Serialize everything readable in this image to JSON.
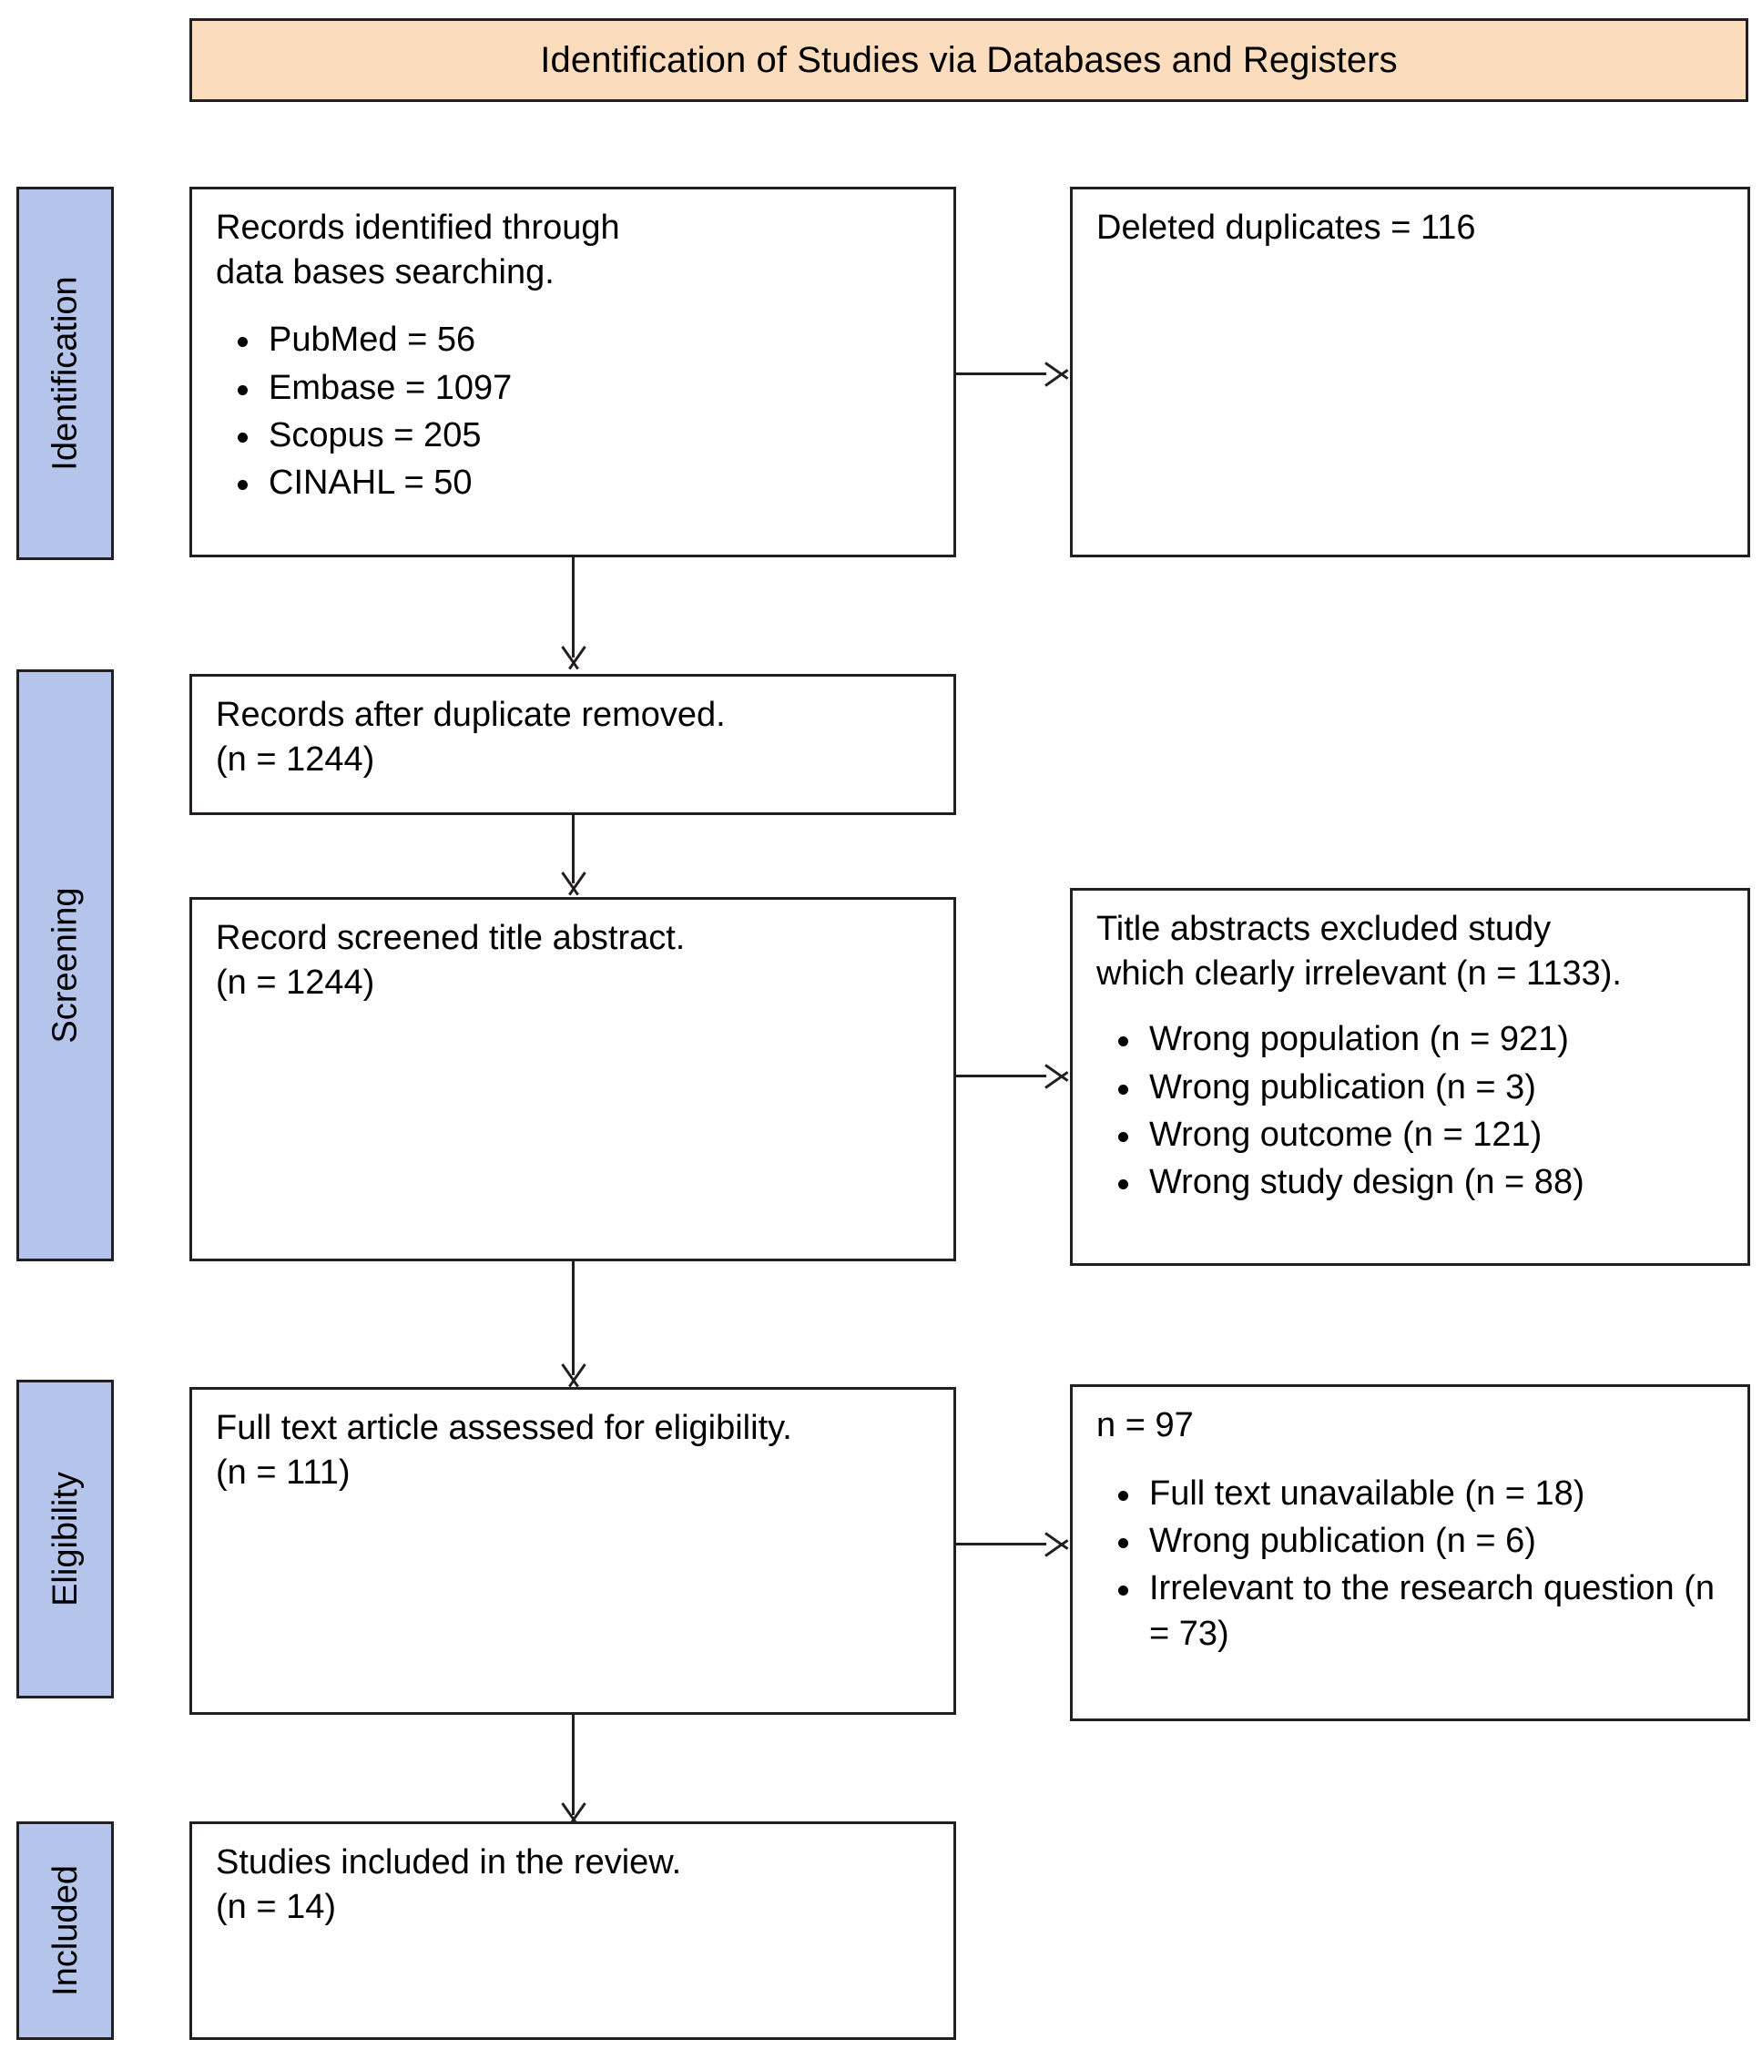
{
  "diagram": {
    "type": "prisma-flow-diagram",
    "banner": {
      "title": "Identification of Studies via Databases and Registers",
      "color": "#FBDCBC"
    },
    "stage_color": "#B5C4EA",
    "stages": [
      {
        "id": "identification",
        "label": "Identification"
      },
      {
        "id": "screening",
        "label": "Screening"
      },
      {
        "id": "eligibility",
        "label": "Eligibility"
      },
      {
        "id": "included",
        "label": "Included"
      }
    ],
    "boxes": {
      "records_identified": {
        "line1": "Records identified through",
        "line2": "data bases searching.",
        "bullets": [
          "PubMed = 56",
          "Embase = 1097",
          "Scopus = 205",
          "CINAHL = 50"
        ]
      },
      "deleted_duplicates": {
        "line1": "Deleted duplicates = 116"
      },
      "records_after_duplicates": {
        "line1": "Records after duplicate removed.",
        "line2": "(n = 1244)"
      },
      "records_screened": {
        "line1": "Record screened title abstract.",
        "line2": "(n = 1244)"
      },
      "title_abstract_excluded": {
        "line1": "Title abstracts excluded study",
        "line2": "which clearly irrelevant (n = 1133).",
        "bullets": [
          "Wrong population (n = 921)",
          "Wrong publication (n = 3)",
          "Wrong outcome (n = 121)",
          "Wrong study design (n = 88)"
        ]
      },
      "full_text_assessed": {
        "line1": "Full text article assessed for eligibility.",
        "line2": "(n = 111)"
      },
      "full_text_excluded": {
        "line1": "n = 97",
        "bullets": [
          "Full text unavailable (n = 18)",
          "Wrong publication (n = 6)",
          "Irrelevant to the research question (n = 73)"
        ]
      },
      "studies_included": {
        "line1": "Studies included in the review.",
        "line2": "(n = 14)"
      }
    }
  }
}
